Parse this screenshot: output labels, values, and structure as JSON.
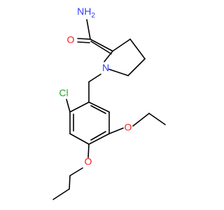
{
  "structure": {
    "atoms": [
      {
        "id": "n_amide",
        "label": "NH",
        "sub": "2",
        "color": "#2f3cff"
      },
      {
        "id": "o_amide",
        "label": "O",
        "color": "#ff1a1a"
      },
      {
        "id": "n_ring",
        "label": "N",
        "color": "#2f3cff"
      },
      {
        "id": "cl",
        "label": "Cl",
        "color": "#22a822"
      },
      {
        "id": "o_ethoxy",
        "label": "O",
        "color": "#ff1a1a"
      },
      {
        "id": "o_propoxy",
        "label": "O",
        "color": "#ff1a1a"
      }
    ],
    "colors": {
      "bond": "#000000",
      "nitrogen": "#2f3cff",
      "oxygen": "#ff1a1a",
      "chlorine": "#22a822"
    }
  }
}
